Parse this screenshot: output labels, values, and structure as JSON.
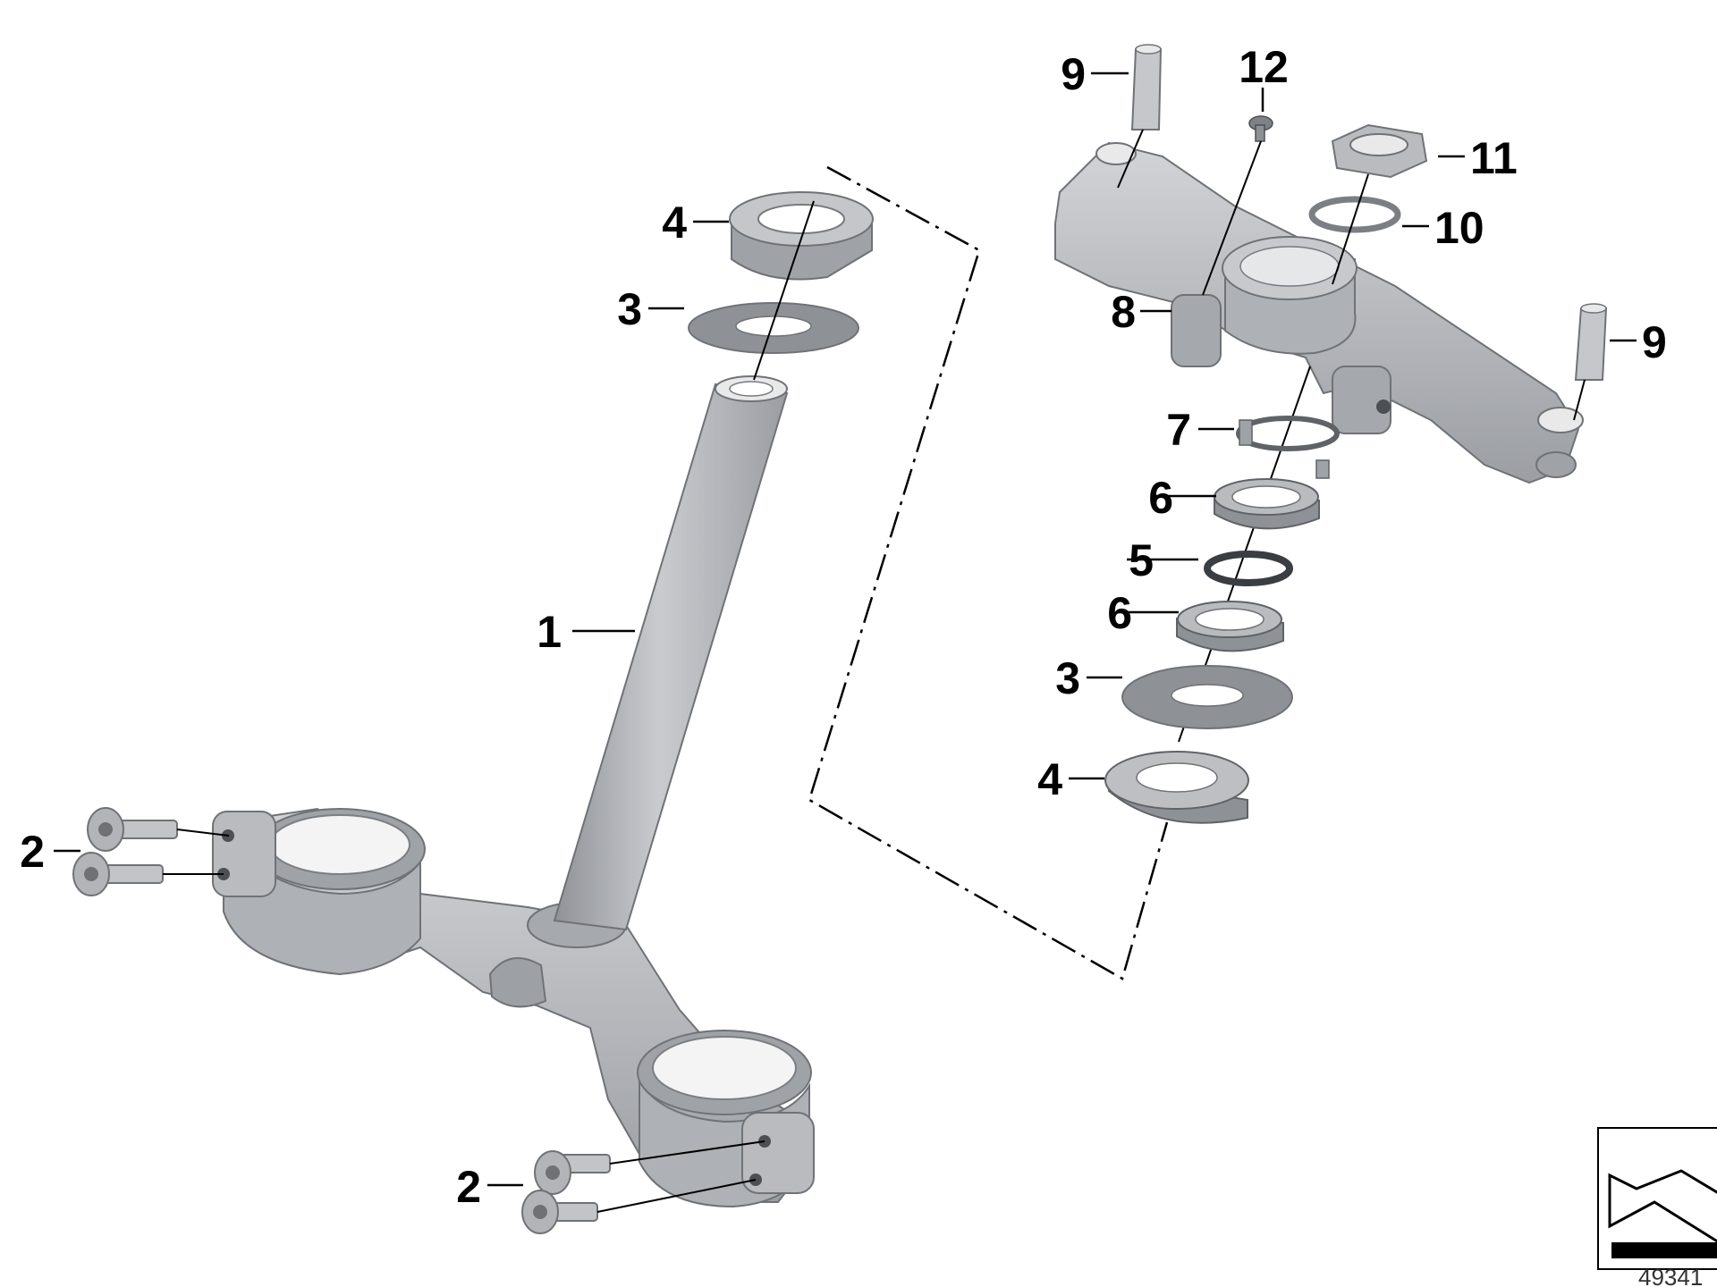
{
  "diagram": {
    "callouts": {
      "c1": "1",
      "c2a": "2",
      "c2b": "2",
      "c3a": "3",
      "c3b": "3",
      "c4a": "4",
      "c4b": "4",
      "c5": "5",
      "c6a": "6",
      "c6b": "6",
      "c7": "7",
      "c8": "8",
      "c9a": "9",
      "c9b": "9",
      "c10": "10",
      "c11": "11",
      "c12": "12"
    },
    "reference_number": "49341"
  },
  "colors": {
    "part_fill": "#b7b9bd",
    "part_dark": "#8c8f94",
    "part_light": "#d9dadd",
    "line": "#000000"
  }
}
